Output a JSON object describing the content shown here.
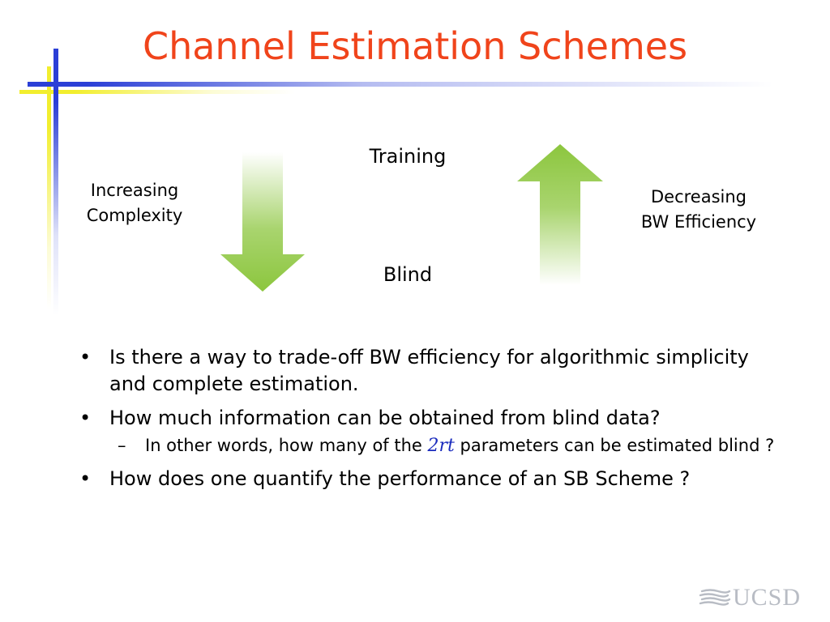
{
  "slide": {
    "title": "Channel Estimation Schemes"
  },
  "diagram": {
    "top_label": "Training",
    "bottom_label": "Blind",
    "left_label_line1": "Increasing",
    "left_label_line2": "Complexity",
    "right_label_line1": "Decreasing",
    "right_label_line2": "BW Efficiency",
    "arrow_color": "#8cc63e"
  },
  "bullets": [
    {
      "text": "Is there a way to trade-off BW efficiency for algorithmic simplicity and complete estimation."
    },
    {
      "text": "How much information can be obtained from blind data?"
    },
    {
      "text": "How does one quantify the performance of an SB Scheme ?"
    }
  ],
  "sub_bullet": {
    "before": "In other words, how many of the ",
    "math": "2rt",
    "after": " parameters can be estimated blind ?"
  },
  "logo": {
    "text": "UCSD"
  },
  "colors": {
    "title": "#f0441b",
    "frame_blue": "#2b3fd6",
    "frame_yellow": "#f2ee2e",
    "math": "#1a2bbd",
    "logo": "#b8bcc4"
  }
}
